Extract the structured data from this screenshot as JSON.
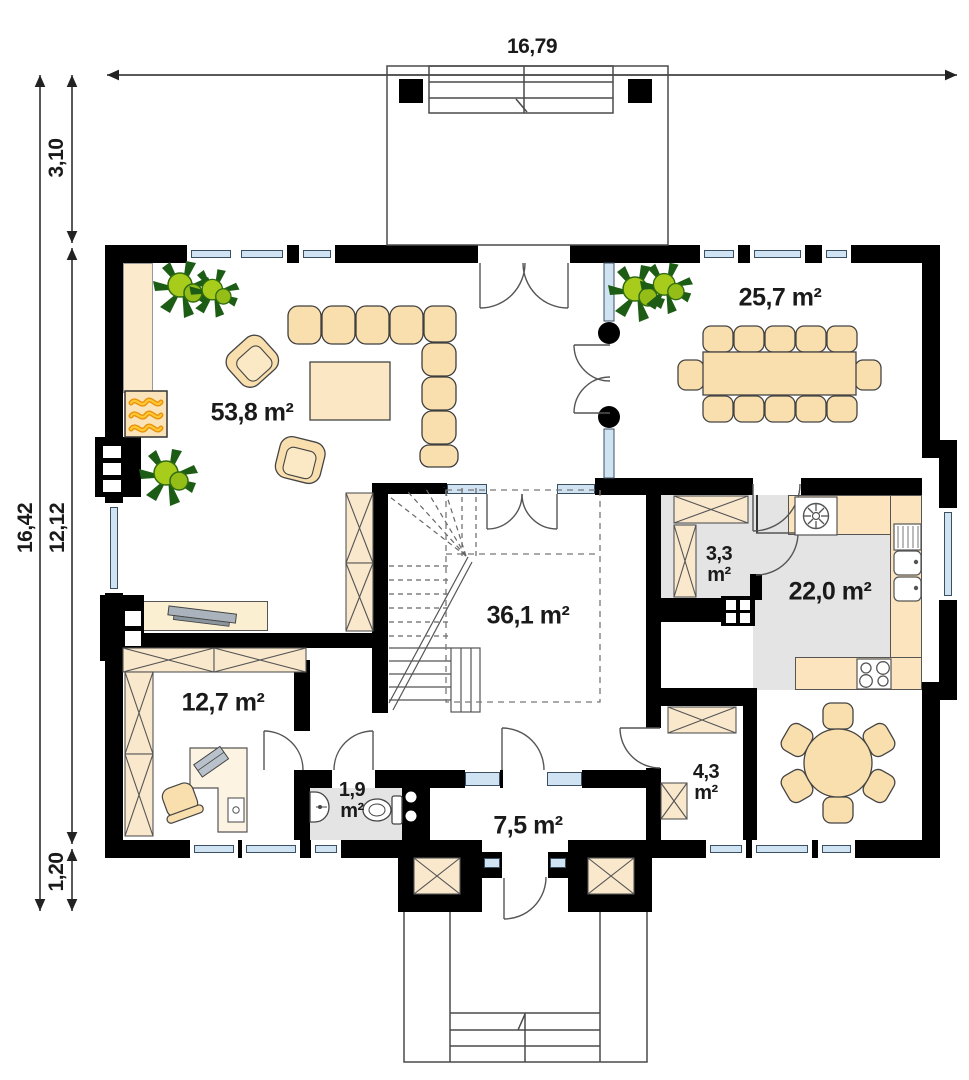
{
  "dimensions": {
    "total_width": "16,79",
    "total_height": "16,42",
    "porch_depth": "3,10",
    "house_depth": "12,12",
    "entry_depth": "1,20"
  },
  "rooms": {
    "living_room": {
      "area": "53,8 m²"
    },
    "dining_room": {
      "area": "25,7 m²"
    },
    "hall": {
      "area": "36,1 m²"
    },
    "kitchen": {
      "area": "22,0 m²"
    },
    "pantry": {
      "area_value": "3,3",
      "unit": "m²"
    },
    "office": {
      "area": "12,7 m²"
    },
    "wc": {
      "area_value": "1,9",
      "unit": "m²"
    },
    "storage": {
      "area_value": "4,3",
      "unit": "m²"
    },
    "vestibule": {
      "area": "7,5 m²"
    }
  },
  "furniture_icons": [
    "corner-sofa",
    "armchair",
    "coffee-table",
    "tv-sideboard",
    "fireplace",
    "plant",
    "dining-table",
    "dining-chair",
    "round-table",
    "kitchen-counter",
    "kitchen-sink",
    "hob",
    "vent",
    "wardrobe",
    "desk",
    "office-chair",
    "toilet",
    "washbasin",
    "stairs"
  ],
  "colors": {
    "wall": "#000000",
    "furniture_fill": "#F9DFAE",
    "closet_fill": "#FAE8CC",
    "counter_fill": "#FBE4BE",
    "wet_floor": "#E4E4E4",
    "window_glass": "#CFE3F2",
    "plant_dark": "#1D5C14",
    "plant_light": "#A8CC1C",
    "flame": "#FFC832",
    "dimension_text": "#1A1A1A"
  }
}
